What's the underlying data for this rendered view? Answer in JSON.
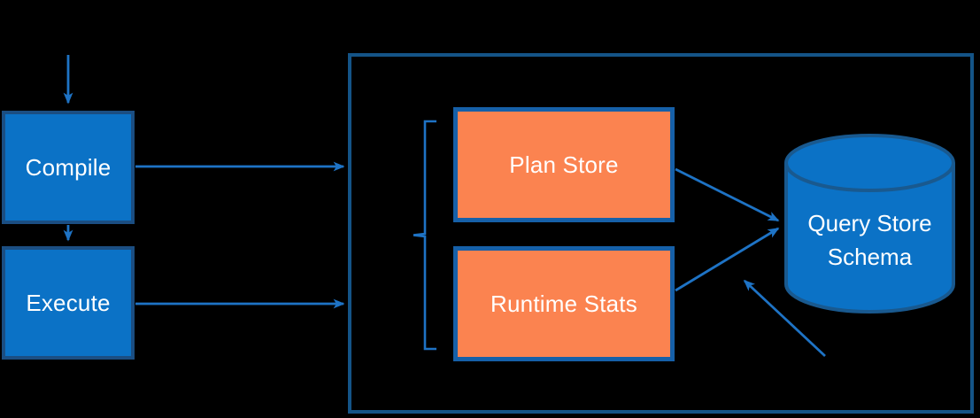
{
  "colors": {
    "background": "#000000",
    "blue-fill": "#0B72C6",
    "blue-border": "#1B4E82",
    "frame-border": "#145487",
    "orange-fill": "#FB8350",
    "orange-border": "#1660A8",
    "arrow": "#1E73C5",
    "cylinder-border": "#19598F",
    "text": "#FFFFFF"
  },
  "nodes": {
    "compile": "Compile",
    "execute": "Execute",
    "plan_store": "Plan Store",
    "runtime_stats": "Runtime Stats",
    "query_store_schema": "Query Store Schema"
  },
  "edges": [
    {
      "from": "top-offscreen",
      "to": "compile"
    },
    {
      "from": "compile",
      "to": "execute"
    },
    {
      "from": "compile",
      "to": "frame"
    },
    {
      "from": "execute",
      "to": "frame"
    },
    {
      "from": "plan-store",
      "to": "query-store-schema"
    },
    {
      "from": "runtime-stats",
      "to": "query-store-schema"
    },
    {
      "from": "bottom-right-offscreen",
      "to": "query-store-schema-arrows"
    }
  ]
}
